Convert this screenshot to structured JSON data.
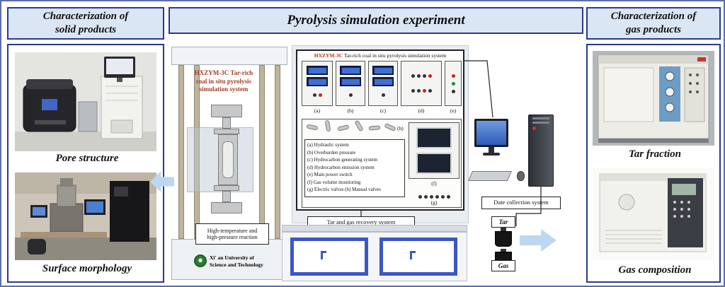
{
  "left_panel": {
    "title": "Characterization of\nsolid products",
    "captions": {
      "top": "Pore structure",
      "bottom": "Surface morphology"
    }
  },
  "middle_panel": {
    "title": "Pyrolysis simulation experiment",
    "apparatus_label": "HXZYM-3C Tar-rich\ncoal in situ pyrolysis\nsimulation system",
    "panel_title": {
      "model": "HXZYM-3C",
      "rest": " Tar-rich coal in situ pyrolysis simulation system"
    },
    "module_labels": [
      "(a)",
      "(b)",
      "(c)",
      "(d)",
      "(e)"
    ],
    "marker_labels": {
      "h": "(h)",
      "f": "(f)",
      "g": "(g)"
    },
    "legend_lines": [
      "(a) Hydraulic system",
      "(b) Overburden pressure",
      "(c) Hydrocarbon generating system",
      "(d) Hydrocarbon emission system",
      "(e) Main power switch",
      "(f) Gas volume monitoring",
      "(g) Electric valves (h) Manual valves"
    ],
    "reaction_label": "High-temperature and\nhigh-pressure reaction",
    "university_label": "Xi' an University of\nScience and Technology",
    "recovery_label": "Tar and gas recovery system",
    "collection_label": "Date collection system",
    "tar_label": "Tar",
    "gas_label": "Gas"
  },
  "right_panel": {
    "title": "Characterization of\ngas products",
    "captions": {
      "top": "Tar fraction",
      "bottom": "Gas composition"
    }
  },
  "colors": {
    "frame_blue": "#2b3990",
    "header_bg": "#dbe6f4",
    "model_red": "#a63b24",
    "arrow_blue": "#bdd7f0"
  }
}
